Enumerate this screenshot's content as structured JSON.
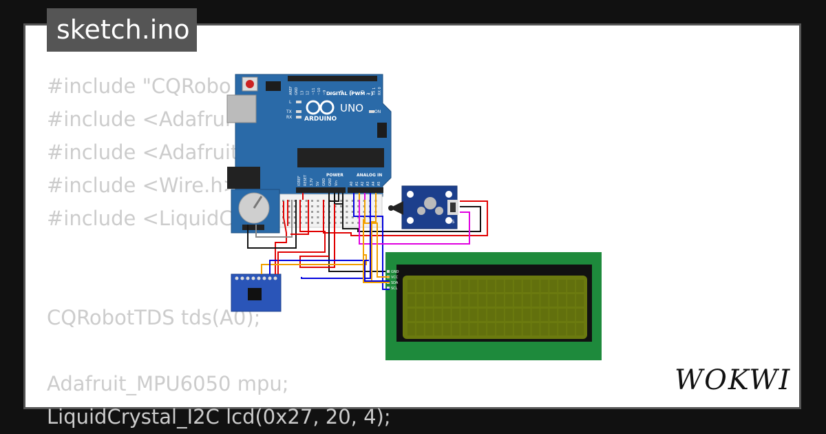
{
  "file_tab": {
    "label": "sketch.ino"
  },
  "code_lines": [
    "#include \"CQRobo",
    "#include <Adafrui",
    "#include <Adafruit",
    "#include <Wire.h>",
    "#include <LiquidC",
    "",
    "",
    "CQRobotTDS tds(A0);",
    "",
    "Adafruit_MPU6050 mpu;",
    "LiquidCrystal_I2C lcd(0x27, 20, 4);"
  ],
  "arduino": {
    "brand": "ARDUINO",
    "model": "UNO",
    "digital_label": "DIGITAL (PWM ~)",
    "power_label": "POWER",
    "analog_label": "ANALOG IN",
    "on_label": "ON",
    "l_label": "L",
    "tx_label": "TX",
    "rx_label": "RX",
    "top_pins": [
      "AREF",
      "GND",
      "13",
      "12",
      "~11",
      "~10",
      "~9",
      "8",
      "7",
      "~6",
      "~5",
      "4",
      "~3",
      "2",
      "TX 1",
      "RX 0"
    ],
    "power_pins": [
      "IOREF",
      "RESET",
      "3.3V",
      "5V",
      "GND",
      "GND",
      "Vin"
    ],
    "analog_pins": [
      "A0",
      "A1",
      "A2",
      "A3",
      "A4",
      "A5"
    ]
  },
  "lcd": {
    "pins": [
      "GND",
      "VCC",
      "SDA",
      "SCL"
    ]
  },
  "sensor_module": {
    "pin_label": "S"
  },
  "brand_logo": {
    "text": "WOKWI"
  },
  "colors": {
    "arduino_blue": "#2a6aa8",
    "lcd_green": "#1e8a3c",
    "lcd_screen": "#6b7a0f",
    "wire_red": "#e00000",
    "wire_black": "#111111",
    "wire_blue": "#0000dd",
    "wire_orange": "#f2a000",
    "wire_magenta": "#e000e0",
    "wire_gray": "#888888"
  }
}
